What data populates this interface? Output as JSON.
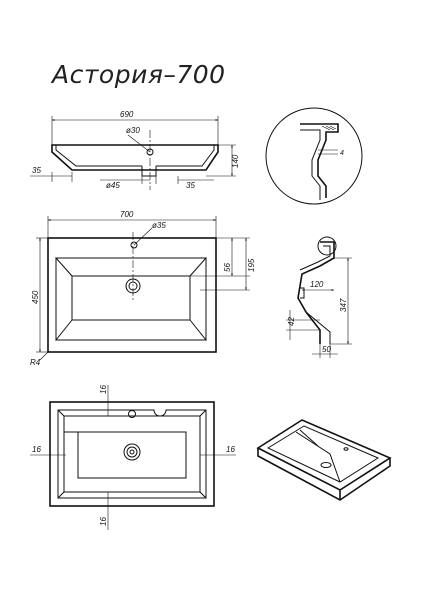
{
  "title": "Астория–700",
  "dimensions": {
    "top_width": "690",
    "drain_hole": "ø30",
    "height": "140",
    "rim_left": "35",
    "rim_right": "35",
    "drain_outlet": "ø45",
    "detail_thickness": "4",
    "plan_width": "700",
    "tap_hole": "ø35",
    "edge_to_hole": "56",
    "edge_to_bowl": "195",
    "plan_depth": "450",
    "corner_radius": "R4",
    "side_depth": "120",
    "side_height": "347",
    "side_step": "42",
    "side_base": "50",
    "margin_top": "16",
    "margin_left": "16",
    "margin_right": "16",
    "margin_bottom": "16"
  },
  "colors": {
    "line": "#111111",
    "background": "#ffffff"
  }
}
